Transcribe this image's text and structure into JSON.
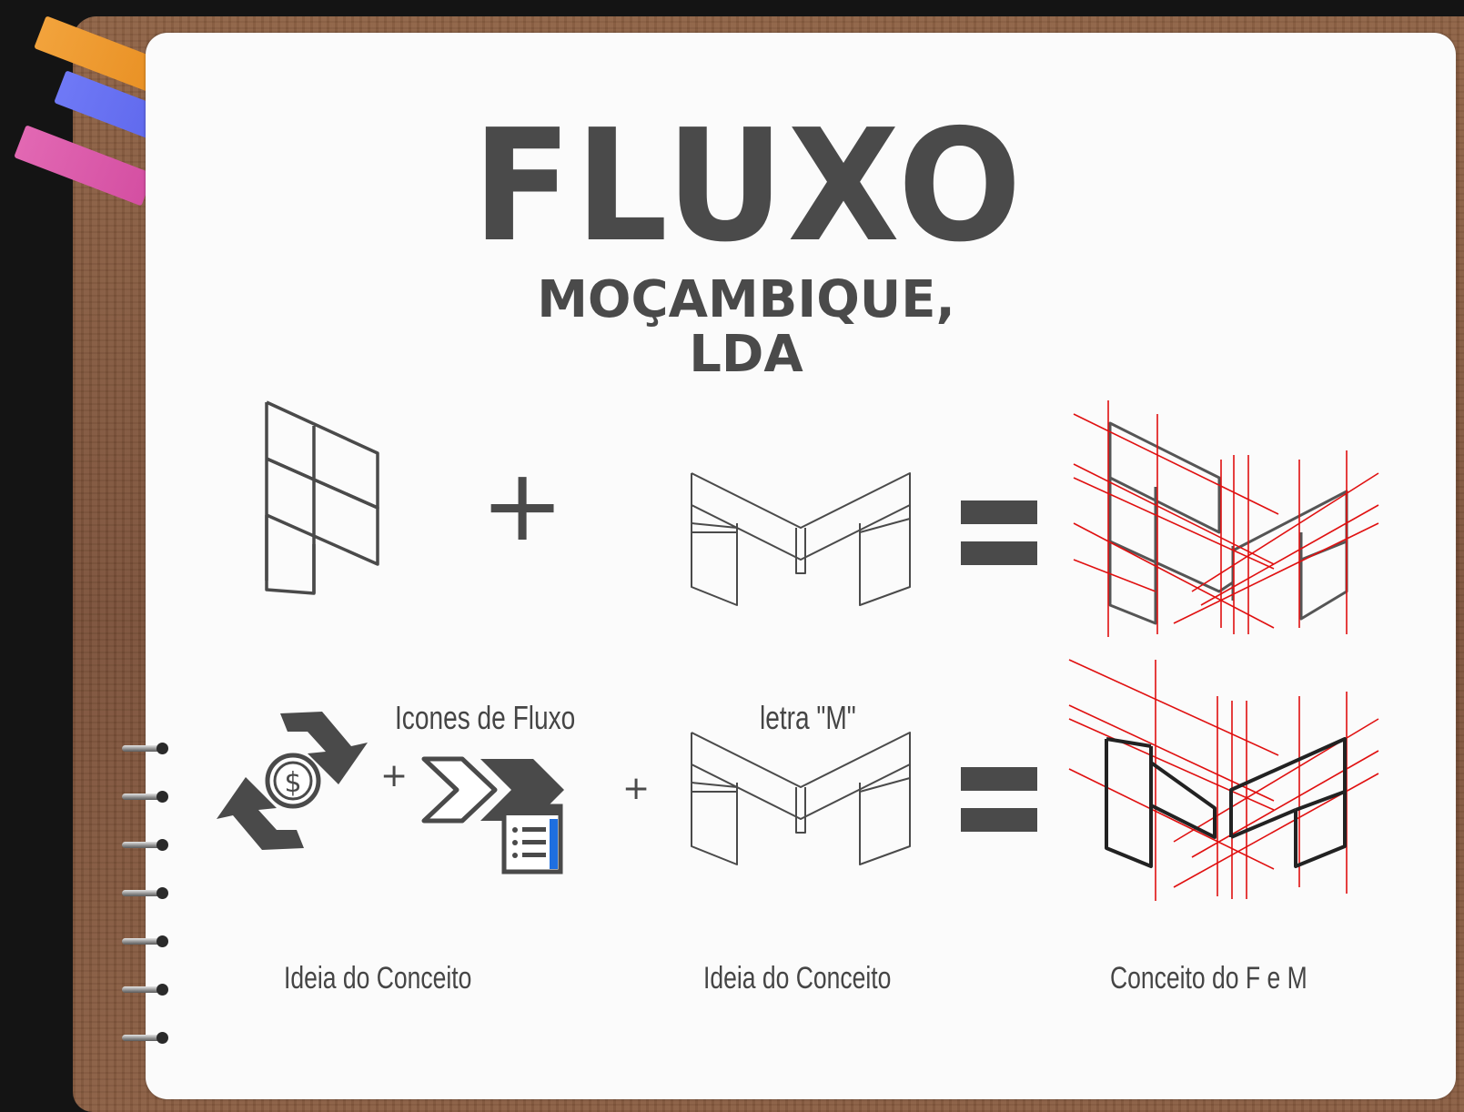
{
  "title": "Fluxo",
  "subtitle": "Moçambique, LDA",
  "labels": {
    "icons_label": "Icones de Fluxo",
    "letter_label": "letra \"M\"",
    "caption_left": "Ideia do Conceito",
    "caption_middle": "Ideia do Conceito",
    "caption_right": "Conceito do F e M"
  },
  "symbols": {
    "plus": "+",
    "equals": "=",
    "currency": "$"
  },
  "colors": {
    "ink": "#4a4a4a",
    "guide_lines": "#e01010",
    "tab_orange": "#f2a33c",
    "tab_blue": "#6f79f6",
    "tab_pink": "#e268b3",
    "board": "#7a5038",
    "paper": "#fbfbfb",
    "list_accent": "#1e6fe0"
  },
  "icons": [
    "f-letter-sketch-icon",
    "m-letter-sketch-icon",
    "money-flow-icon",
    "chevrons-list-icon",
    "fm-construction-sketch-icon"
  ]
}
